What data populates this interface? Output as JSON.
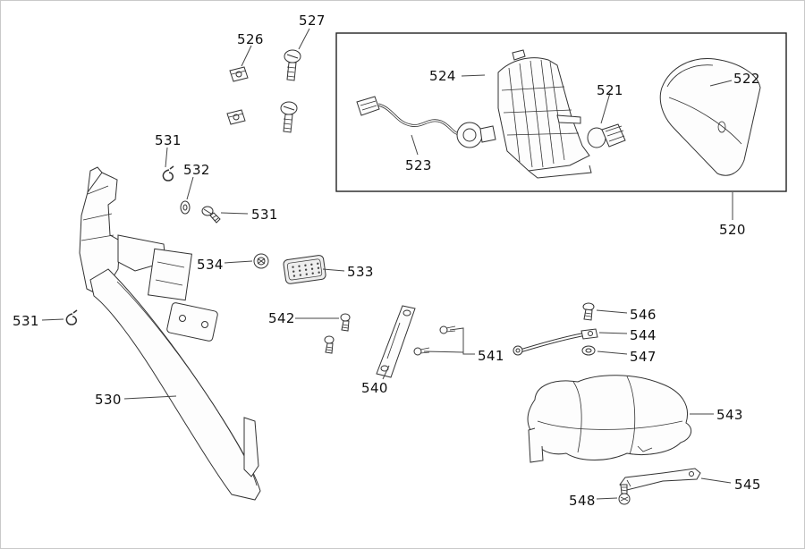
{
  "diagram": {
    "labels": {
      "p520": "520",
      "p521": "521",
      "p522": "522",
      "p523": "523",
      "p524": "524",
      "p526": "526",
      "p527": "527",
      "p530": "530",
      "p531a": "531",
      "p531b": "531",
      "p531c": "531",
      "p532": "532",
      "p533": "533",
      "p534": "534",
      "p540": "540",
      "p541": "541",
      "p542": "542",
      "p543": "543",
      "p544": "544",
      "p545": "545",
      "p546": "546",
      "p547": "547",
      "p548": "548"
    }
  }
}
